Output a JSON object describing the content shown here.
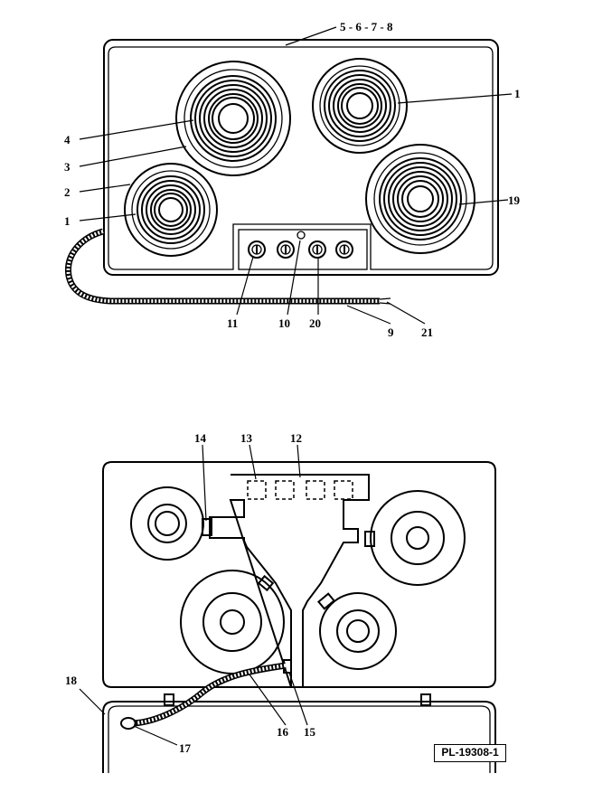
{
  "callouts": {
    "top_cap": "5 - 6 - 7 - 8",
    "c1_right": "1",
    "c4": "4",
    "c3": "3",
    "c2": "2",
    "c1_left": "1",
    "c19": "19",
    "c11": "11",
    "c10": "10",
    "c20": "20",
    "c9": "9",
    "c21": "21",
    "c14": "14",
    "c13": "13",
    "c12": "12",
    "c18": "18",
    "c16": "16",
    "c15": "15",
    "c17": "17"
  },
  "plate_id": "PL-19308-1"
}
